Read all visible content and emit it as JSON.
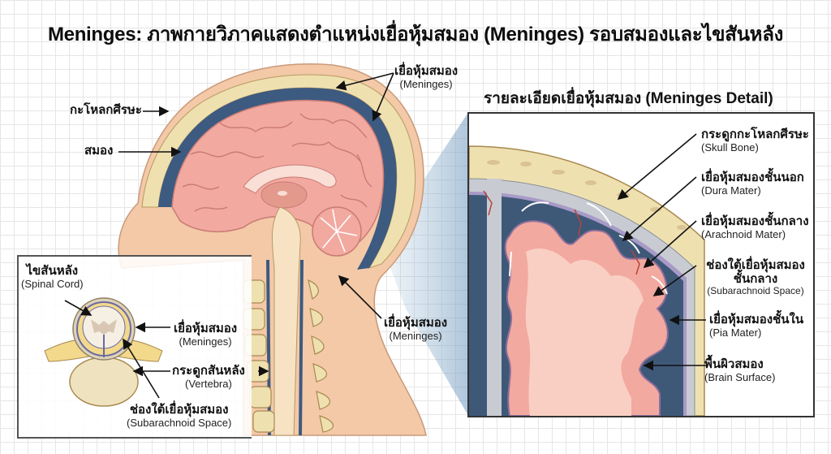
{
  "title": "Meninges: ภาพกายวิภาคแสดงตำแหน่งเยื่อหุ้มสมอง (Meninges) รอบสมองและไขสันหลัง",
  "main_figure": {
    "labels": {
      "skull": {
        "th": "กะโหลกศีรษะ"
      },
      "brain": {
        "th": "สมอง"
      },
      "meninges_top": {
        "th": "เยื่อหุ้มสมอง",
        "en": "(Meninges)"
      },
      "meninges_neck": {
        "th": "เยื่อหุ้มสมอง",
        "en": "(Meninges)"
      }
    }
  },
  "spinal_inset": {
    "labels": {
      "spinal_cord": {
        "th": "ไขสันหลัง",
        "en": "(Spinal Cord)"
      },
      "meninges": {
        "th": "เยื่อหุ้มสมอง",
        "en": "(Meninges)"
      },
      "vertebra": {
        "th": "กระดูกสันหลัง",
        "en": "(Vertebra)"
      },
      "subarachnoid": {
        "th": "ช่องใต้เยื่อหุ้มสมอง",
        "en": "(Subarachnoid Space)"
      }
    }
  },
  "detail_panel": {
    "title": "รายละเอียดเยื่อหุ้มสมอง (Meninges Detail)",
    "labels": [
      {
        "th": "กระดูกกะโหลกศีรษะ",
        "en": "(Skull Bone)"
      },
      {
        "th": "เยื่อหุ้มสมองชั้นนอก",
        "en": "(Dura Mater)"
      },
      {
        "th": "เยื่อหุ้มสมองชั้นกลาง",
        "en": "(Arachnoid Mater)"
      },
      {
        "th": "ช่องใต้เยื่อหุ้มสมอง",
        "th2": "ชั้นกลาง",
        "en": "(Subarachnoid Space)"
      },
      {
        "th": "เยื่อหุ้มสมองชั้นใน",
        "en": "(Pia Mater)"
      },
      {
        "th": "พื้นผิวสมอง",
        "en": "(Brain Surface)"
      }
    ]
  },
  "colors": {
    "skin": "#f3c9a8",
    "skull_bone": "#efe0b0",
    "meninges_blue": "#3d5a80",
    "brain_pink": "#f2a9a0",
    "brain_light": "#f9cfc4",
    "csf_dark": "#3e5878",
    "grid": "#e6e6e6"
  }
}
